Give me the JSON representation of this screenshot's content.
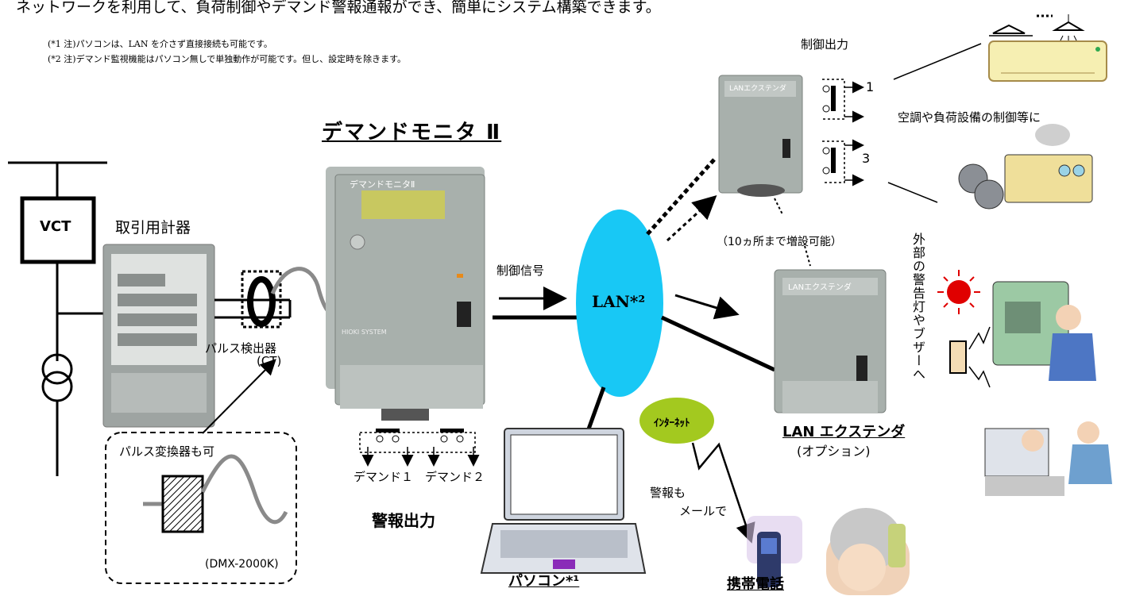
{
  "header": {
    "top_line": "ネットワークを利用して、負荷制御やデマンド警報通報ができ、簡単にシステム構築できます。",
    "note1": "(*1 注)パソコンは、LAN を介さず直接接続も可能です。",
    "note2": "(*2 注)デマンド監視機能はパソコン無しで単独動作が可能です。但し、設定時を除きます。"
  },
  "labels": {
    "vct": "VCT",
    "meter": "取引用計器",
    "pulse_detector": "パルス検出器",
    "ct": "(CT)",
    "pulse_converter": "パルス変換器も可",
    "model": "(DMX-2000K)",
    "main_title": "デマンドモニタ Ⅱ",
    "device_brand": "デマンドモニタⅡ",
    "device_logo": "HIOKI SYSTEM",
    "demand1": "デマンド１",
    "demand2": "デマンド２",
    "alarm_output": "警報出力",
    "control_signal": "制御信号",
    "lan": "LAN*²",
    "internet": "ｲﾝﾀｰﾈｯﾄ",
    "alarm_mail_1": "警報も",
    "alarm_mail_2": "メールで",
    "pc": "パソコン*¹",
    "phone": "携帯電話",
    "control_output": "制御出力",
    "relay1": "1",
    "relay3": "3",
    "hvac_control": "空調や負荷設備の制御等に",
    "expand": "（10ヵ所まで増設可能）",
    "external_alarm": "外部の警告灯やブザーへ",
    "lan_extender": "LAN エクステンダ",
    "option": "(オプション)",
    "ext_brand": "LANエクステンダ"
  },
  "colors": {
    "lan_cloud": "#18c8f5",
    "internet_bubble": "#a3c91f",
    "device_body": "#a8b0ac",
    "lcd": "#c8c860",
    "warning_red": "#e00000"
  }
}
